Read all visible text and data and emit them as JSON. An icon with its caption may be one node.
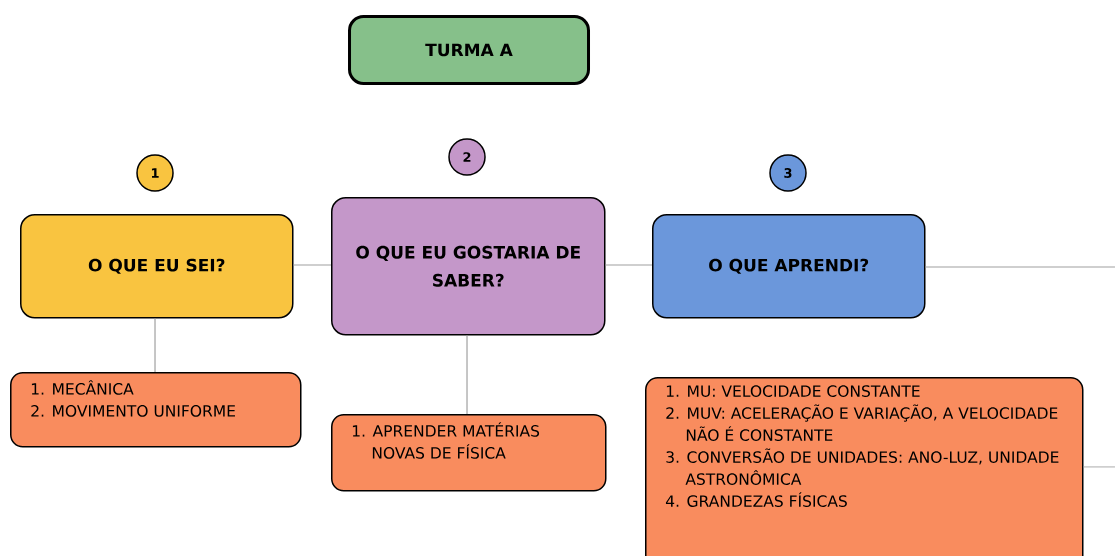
{
  "diagram": {
    "nodes": [
      {
        "text": [
          "TURMA A"
        ]
      },
      {
        "text": [
          "1"
        ]
      },
      {
        "text": [
          "2"
        ]
      },
      {
        "text": [
          "3"
        ]
      },
      {
        "text": [
          "O QUE EU SEI?"
        ]
      },
      {
        "text": [
          "O QUE EU GOSTARIA DE SABER?"
        ]
      },
      {
        "text": [
          "O QUE APRENDI?"
        ]
      },
      {
        "text": [
          "1. MECÂNICA",
          "2. MOVIMENTO UNIFORME"
        ]
      },
      {
        "text": [
          "1. APRENDER MATÉRIAS NOVAS DE FÍSICA"
        ]
      },
      {
        "text": [
          "1. MU: VELOCIDADE CONSTANTE",
          "2. MUV: ACELERAÇÃO E VARIAÇÃO, A VELOCIDADE NÃO É CONSTANTE",
          "3. CONVERSÃO DE UNIDADES: ANO-LUZ, UNIDADE ASTRONÔMICA",
          "4. GRANDEZAS FÍSICAS"
        ]
      }
    ],
    "edges": [
      {
        "from": 4,
        "to": 5,
        "arrow": "none"
      },
      {
        "from": 5,
        "to": 6,
        "arrow": "none"
      },
      {
        "from": 6,
        "to": null,
        "arrow": "none"
      },
      {
        "from": 4,
        "to": 7,
        "arrow": "none"
      },
      {
        "from": 5,
        "to": 8,
        "arrow": "none"
      },
      {
        "from": 9,
        "to": null,
        "arrow": "none"
      }
    ]
  }
}
